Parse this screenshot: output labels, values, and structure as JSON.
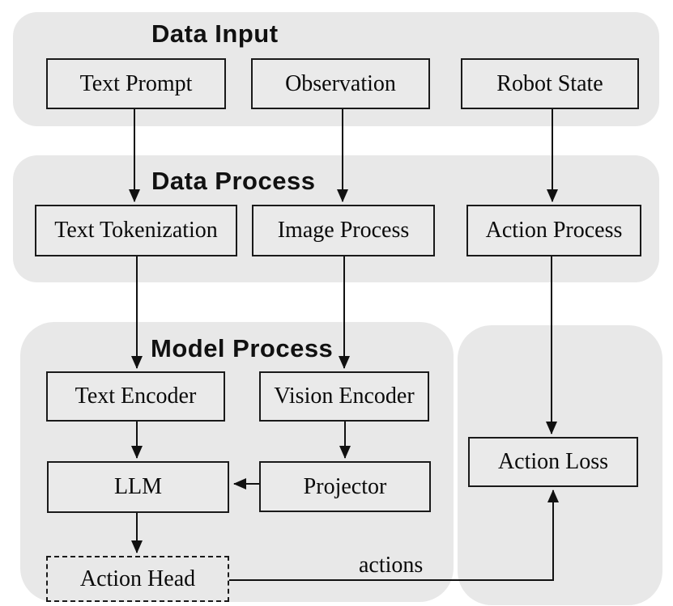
{
  "diagram": {
    "sections": {
      "data_input": {
        "title": "Data Input"
      },
      "data_process": {
        "title": "Data Process"
      },
      "model_process": {
        "title": "Model Process"
      }
    },
    "nodes": {
      "text_prompt": {
        "label": "Text Prompt"
      },
      "observation": {
        "label": "Observation"
      },
      "robot_state": {
        "label": "Robot State"
      },
      "text_tokenization": {
        "label": "Text Tokenization"
      },
      "image_process": {
        "label": "Image Process"
      },
      "action_process": {
        "label": "Action Process"
      },
      "text_encoder": {
        "label": "Text Encoder"
      },
      "vision_encoder": {
        "label": "Vision Encoder"
      },
      "llm": {
        "label": "LLM"
      },
      "projector": {
        "label": "Projector"
      },
      "action_head": {
        "label": "Action Head"
      },
      "action_loss": {
        "label": "Action Loss"
      }
    },
    "edge_labels": {
      "actions": "actions"
    },
    "colors": {
      "background": "#ffffff",
      "container_fill": "#e8e8e8",
      "node_fill": "#eaeaea",
      "border": "#1a1a1a",
      "text": "#0a0a0a"
    }
  }
}
